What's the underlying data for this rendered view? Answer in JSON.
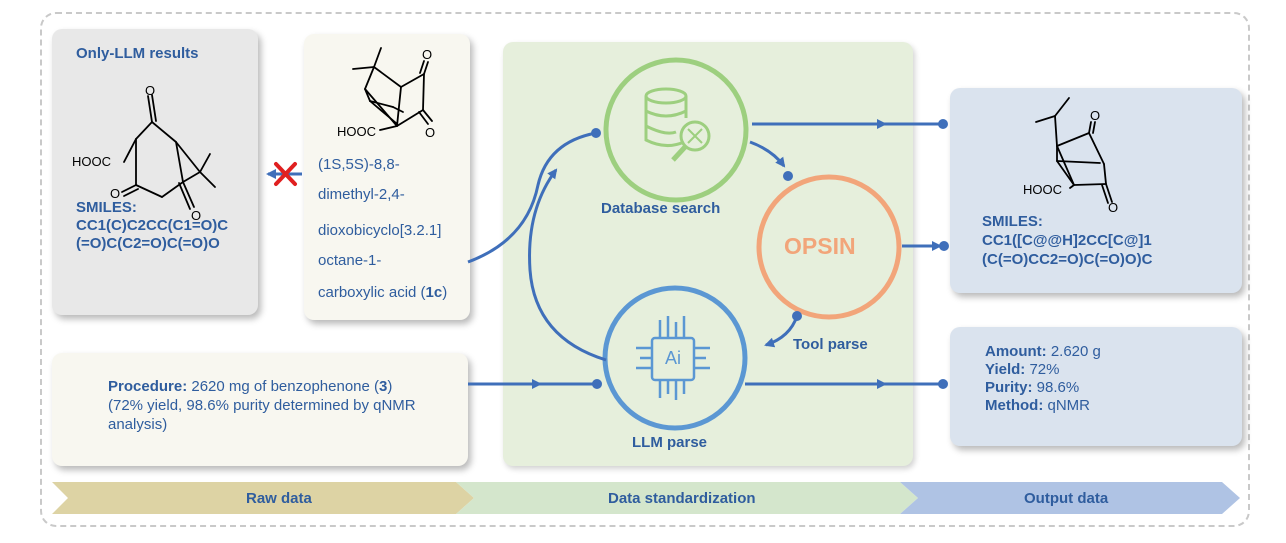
{
  "only_llm": {
    "title": "Only-LLM results",
    "cooh_label": "HOOC",
    "smiles_label": "SMILES:",
    "smiles_line1": "CC1(C)C2CC(C1=O)C",
    "smiles_line2": "(=O)C(C2=O)C(=O)O"
  },
  "iupac": {
    "cooh_label": "HOOC",
    "line1": "(1S,5S)-8,8-",
    "line2": "dimethyl-2,4-",
    "line3": "dioxobicyclo[3.2.1]",
    "line4": "octane-1-",
    "line5_text": "carboxylic acid (",
    "line5_bold": "1c",
    "line5_end": ")"
  },
  "procedure": {
    "label": "Procedure:",
    "line1_text": " 2620 mg of benzophenone (",
    "line1_bold": "3",
    "line1_end": ")",
    "line2": "(72% yield, 98.6% purity determined by qNMR",
    "line3": "analysis)"
  },
  "tools": {
    "database": "Database search",
    "opsin": "OPSIN",
    "tool_parse": "Tool parse",
    "llm_parse": "LLM parse",
    "ai_chip": "Ai"
  },
  "output_smiles": {
    "cooh_label": "HOOC",
    "label": "SMILES:",
    "line1": "CC1([C@@H]2CC[C@]1",
    "line2": "(C(=O)CC2=O)C(=O)O)C"
  },
  "output_data": {
    "amount_label": "Amount:",
    "amount_value": " 2.620 g",
    "yield_label": "Yield:",
    "yield_value": " 72%",
    "purity_label": "Purity:",
    "purity_value": " 98.6%",
    "method_label": "Method:",
    "method_value": " qNMR"
  },
  "stages": {
    "raw": "Raw data",
    "standardization": "Data standardization",
    "output": "Output data"
  },
  "colors": {
    "blue_text": "#2f5d9e",
    "arrow_blue": "#3f6fba",
    "db_green": "#9dcf7f",
    "opsin_orange": "#f2a57a",
    "llm_blue": "#5b97d3",
    "cross_red": "#e02020"
  }
}
